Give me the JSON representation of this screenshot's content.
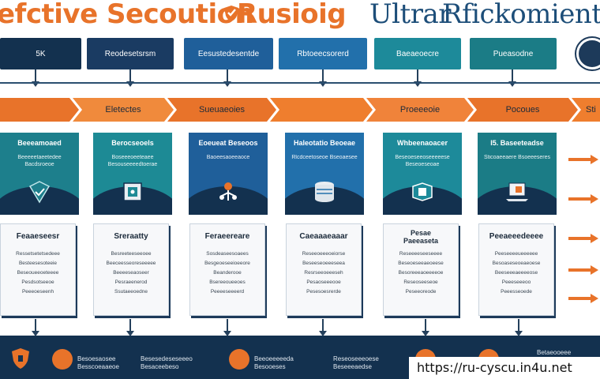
{
  "title": {
    "part1": "efctive Secoution",
    "part2": "Rusioig",
    "part3": "Ultrar",
    "part4": "Rfickomientl"
  },
  "top_row": [
    "5K",
    "Reodesetsrsm",
    "Eesustedesentde",
    "Rbtoeecsorerd",
    "Baeaeoecre",
    "Pueasodne"
  ],
  "chevrons": [
    "Eletectes",
    "Sueuaeoies",
    "",
    "Proeeeoie",
    "Pocoues",
    "Sti"
  ],
  "columns": [
    {
      "head": "Beeeamoaed",
      "sub": "Beeeeetaeetedee\nBacdsroeoe",
      "icon": "shield-check-icon",
      "doc_title": "Feaaeseesr",
      "doc_lines": [
        "Ressetsetetsedeee",
        "Besteesesoteeie",
        "Beseoueeoeteeee",
        "Pesdsotseeoe",
        "Peeeoeseenh"
      ]
    },
    {
      "head": "Berocseoels",
      "sub": "Boseeeoeeteaee\nBesouseeeedtoerae",
      "icon": "safe-lock-icon",
      "doc_title": "Sreraatty",
      "doc_lines": [
        "Besreeteeseeoee",
        "Beeceesseoreseeeee",
        "Beeeeseaoseer",
        "Pesraeenerod",
        "Ssutaeeoedne"
      ]
    },
    {
      "head": "Eoeueat Beseoos",
      "sub": "Baoeesaoeeaoce",
      "icon": "tree-network-icon",
      "doc_title": "Feraeereare",
      "doc_lines": [
        "Sosdeaseesoaees",
        "Besgeoeseeioeeore",
        "Beanderooe",
        "Bsereeoueeoes",
        "Peeeeseeeerd"
      ]
    },
    {
      "head": "Haleotatio Beoeae",
      "sub": "Rlcdceetoseoe\nBseoaesee",
      "icon": "server-icon",
      "doc_title": "Caeaaaeaaar",
      "doc_lines": [
        "Reseeoeeeoeiorse",
        "Beseeseoeeeseea",
        "Resrseeoeeeseh",
        "Pesaoseeeooe",
        "Pesesoesrerde"
      ]
    },
    {
      "head": "Whbeenaoacer",
      "sub": "Beseoeseeoseeeeese\nBeseoeseoae",
      "icon": "document-icon",
      "doc_title": "Pesae\nPaeeaseta",
      "doc_lines": [
        "Reseeeeseeseeee",
        "Beseoeseeaeoeese",
        "Besoreeeaoeeeeoe",
        "Reseoseeseoe",
        "Peseeoreode"
      ]
    },
    {
      "head": "I5. Baseeteadse",
      "sub": "Sticoaeeaere\nBsoeeeseres",
      "icon": "laptop-icon",
      "doc_title": "Peeaeeedeeee",
      "doc_lines": [
        "Peeseeeeueeeeee",
        "Besoaseseoeaeoese",
        "Beeseeeaeeeeose",
        "Peeeseeeoo",
        "Peeesseoede"
      ]
    }
  ],
  "bottom": {
    "items": [
      "Besoesaosee\nBesscoeaaeoe",
      "Besesedeseseeeo\nBesaceebeso",
      "Beeoeeeeeda\nBesooeses",
      "Reseoseeeoese\nBeseeeaedse",
      "Betaeooeee\nEaeeoeseee"
    ],
    "url": "https://ru-cyscu.in4u.net"
  },
  "colors": {
    "orange": "#e8732a",
    "navy": "#13314f",
    "teal": "#1d7f8c",
    "blue": "#1f5f9a"
  }
}
